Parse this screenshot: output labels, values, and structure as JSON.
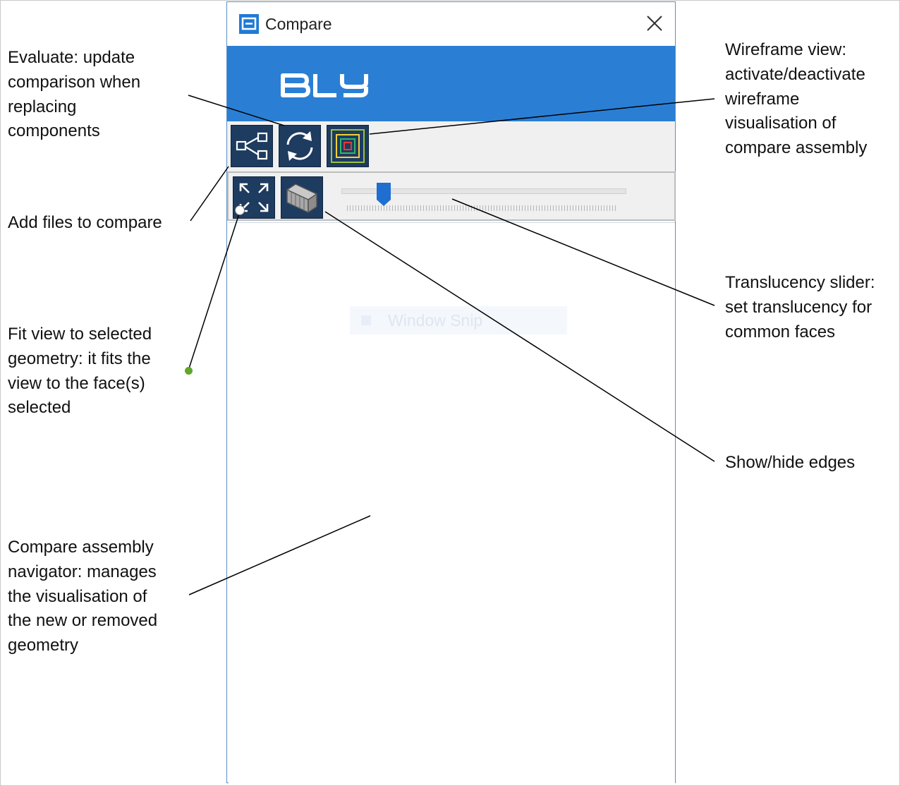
{
  "window": {
    "title": "Compare",
    "logo_text": "BLY",
    "accent_color": "#2a7fd4",
    "button_color": "#1e3b60"
  },
  "toolbar": {
    "buttons": [
      {
        "name": "add-files",
        "icon": "share-nodes-icon"
      },
      {
        "name": "evaluate",
        "icon": "refresh-icon"
      },
      {
        "name": "wireframe",
        "icon": "wireframe-squares-icon"
      },
      {
        "name": "fit-view",
        "icon": "expand-arrows-icon"
      },
      {
        "name": "edges",
        "icon": "box-edges-icon"
      }
    ],
    "translucency_value": 0.12
  },
  "navigator": {
    "ghost_text": "Window Snip"
  },
  "annotations": {
    "evaluate": [
      "Evaluate: update",
      "comparison when",
      "replacing",
      "components"
    ],
    "add_files": [
      "Add files to compare"
    ],
    "fit_view": [
      "Fit view to selected",
      "geometry: it fits the",
      "view to the face(s)",
      "selected"
    ],
    "navigator": [
      "Compare assembly",
      "navigator: manages",
      "the visualisation of",
      "the new or removed",
      "geometry"
    ],
    "wireframe": [
      "Wireframe view:",
      "activate/deactivate",
      "wireframe",
      "visualisation of",
      "compare assembly"
    ],
    "translucency": [
      "Translucency slider:",
      "set translucency for",
      "common faces"
    ],
    "edges": [
      "Show/hide edges"
    ]
  }
}
